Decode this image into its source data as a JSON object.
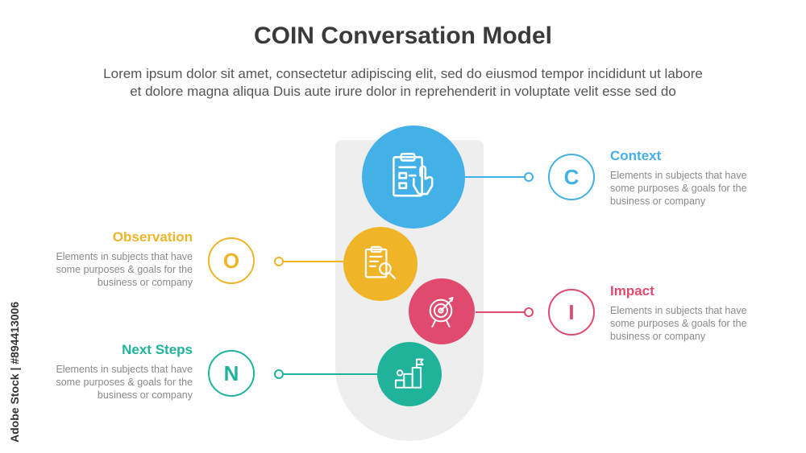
{
  "title": "COIN Conversation Model",
  "subtitle": [
    "Lorem ipsum dolor sit amet, consectetur adipiscing elit, sed do eiusmod tempor incididunt ut labore",
    "et dolore magna aliqua Duis aute irure dolor in reprehenderit in voluptate velit esse sed do"
  ],
  "items": [
    {
      "letter": "C",
      "heading": "Context",
      "desc": [
        "Elements in subjects that have",
        "some purposes & goals for the",
        "business or company"
      ],
      "color": "#44b0e8",
      "icon": "clipboard-hand-icon"
    },
    {
      "letter": "O",
      "heading": "Observation",
      "desc": [
        "Elements in subjects that have",
        "some purposes & goals for the",
        "business or company"
      ],
      "color": "#f0b429",
      "icon": "clipboard-magnifier-icon"
    },
    {
      "letter": "I",
      "heading": "Impact",
      "desc": [
        "Elements in subjects that have",
        "some purposes & goals for the",
        "business or company"
      ],
      "color": "#df4a6e",
      "icon": "target-arrow-icon"
    },
    {
      "letter": "N",
      "heading": "Next Steps",
      "desc": [
        "Elements in subjects that have",
        "some purposes & goals for the",
        "business or company"
      ],
      "color": "#1fb39c",
      "icon": "steps-flag-icon"
    }
  ],
  "watermark_side": "Adobe Stock | #894413006"
}
